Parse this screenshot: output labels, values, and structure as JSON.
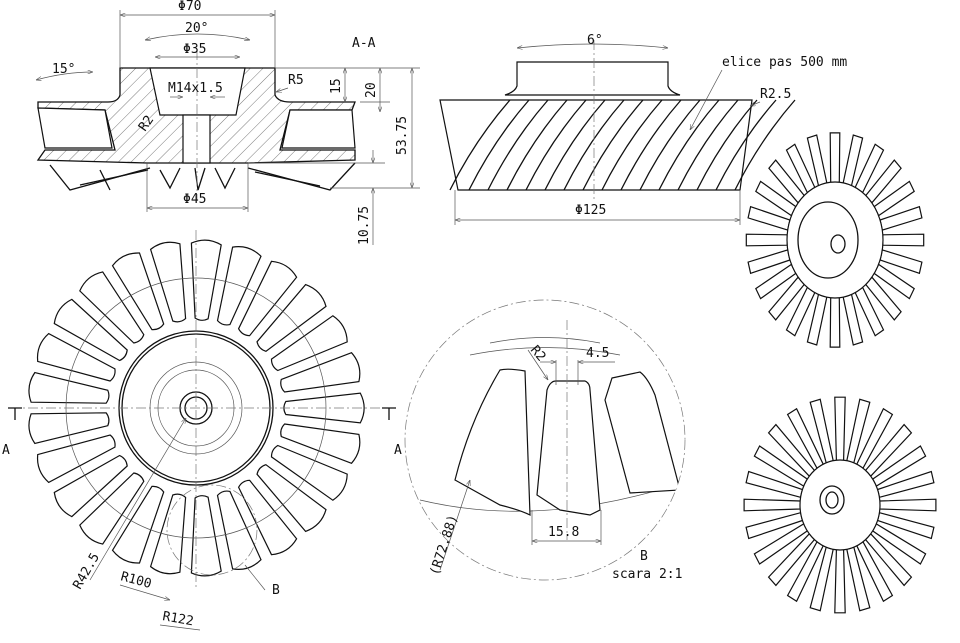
{
  "section_view": {
    "title": "A-A",
    "dim_outer_dia": "Φ70",
    "dim_angle_20": "20°",
    "dim_bore_dia": "Φ35",
    "dim_angle_15": "15°",
    "dim_r5": "R5",
    "dim_thread": "M14x1.5",
    "dim_15": "15",
    "dim_20": "20",
    "dim_53_75": "53.75",
    "dim_r2": "R2",
    "dim_dia45": "Φ45",
    "dim_10_75": "10.75"
  },
  "side_view": {
    "dim_angle_6": "6°",
    "helix_note": "elice pas 500 mm",
    "dim_r2_5": "R2.5",
    "dim_dia125": "Φ125"
  },
  "front_view": {
    "section_mark_left": "A",
    "section_mark_right": "A",
    "dim_r42_5": "R42.5",
    "dim_r100": "R100",
    "dim_r122": "R122",
    "detail_ref": "B",
    "tooth_count": 25
  },
  "detail_b": {
    "dim_r2": "R2",
    "dim_4_5": "4.5",
    "dim_r72_88": "(R72.88)",
    "dim_15_8": "15.8",
    "label": "B",
    "scale": "scara 2:1"
  }
}
